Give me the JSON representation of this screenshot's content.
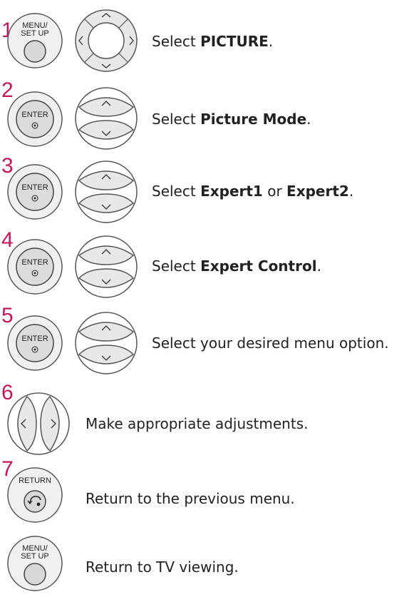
{
  "steps": [
    {
      "num": "1",
      "button": "MENU/\nSET UP",
      "nav": "dpad",
      "instr_pre": "Select ",
      "instr_bold": "PICTURE",
      "instr_post": "."
    },
    {
      "num": "2",
      "button": "ENTER",
      "nav": "updown",
      "instr_pre": "Select ",
      "instr_bold": "Picture Mode",
      "instr_post": "."
    },
    {
      "num": "3",
      "button": "ENTER",
      "nav": "updown",
      "instr_pre": "Select ",
      "instr_bold": "Expert1",
      "instr_mid": " or ",
      "instr_bold2": "Expert2",
      "instr_post": "."
    },
    {
      "num": "4",
      "button": "ENTER",
      "nav": "updown",
      "instr_pre": "Select ",
      "instr_bold": "Expert Control",
      "instr_post": "."
    },
    {
      "num": "5",
      "button": "ENTER",
      "nav": "updown",
      "instr_pre": "Select your desired menu option."
    },
    {
      "num": "6",
      "button": "",
      "nav": "leftright",
      "instr_pre": "Make appropriate adjustments."
    },
    {
      "num": "7",
      "button": "RETURN",
      "nav": "",
      "instr_pre": "Return to the previous menu."
    },
    {
      "num": "",
      "button": "MENU/\nSET UP",
      "nav": "",
      "instr_pre": "Return to TV viewing."
    }
  ],
  "labels": {
    "menu_line1": "MENU/",
    "menu_line2": "SET UP",
    "enter": "ENTER",
    "return": "RETURN"
  },
  "colors": {
    "step_number": "#c0185c",
    "button_fill": "#e6e6e6",
    "button_stroke": "#555555",
    "text": "#222222"
  }
}
